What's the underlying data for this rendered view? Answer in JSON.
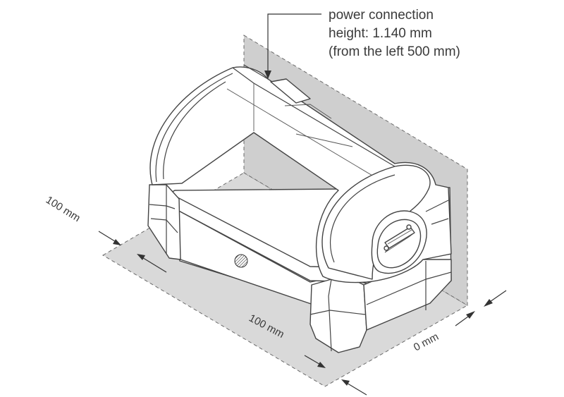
{
  "annotation": {
    "line1": "power connection",
    "line2": "height: 1.140 mm",
    "line3": "(from the left 500 mm)"
  },
  "dimensions": {
    "left": "100 mm",
    "front": "100 mm",
    "right": "0 mm"
  }
}
